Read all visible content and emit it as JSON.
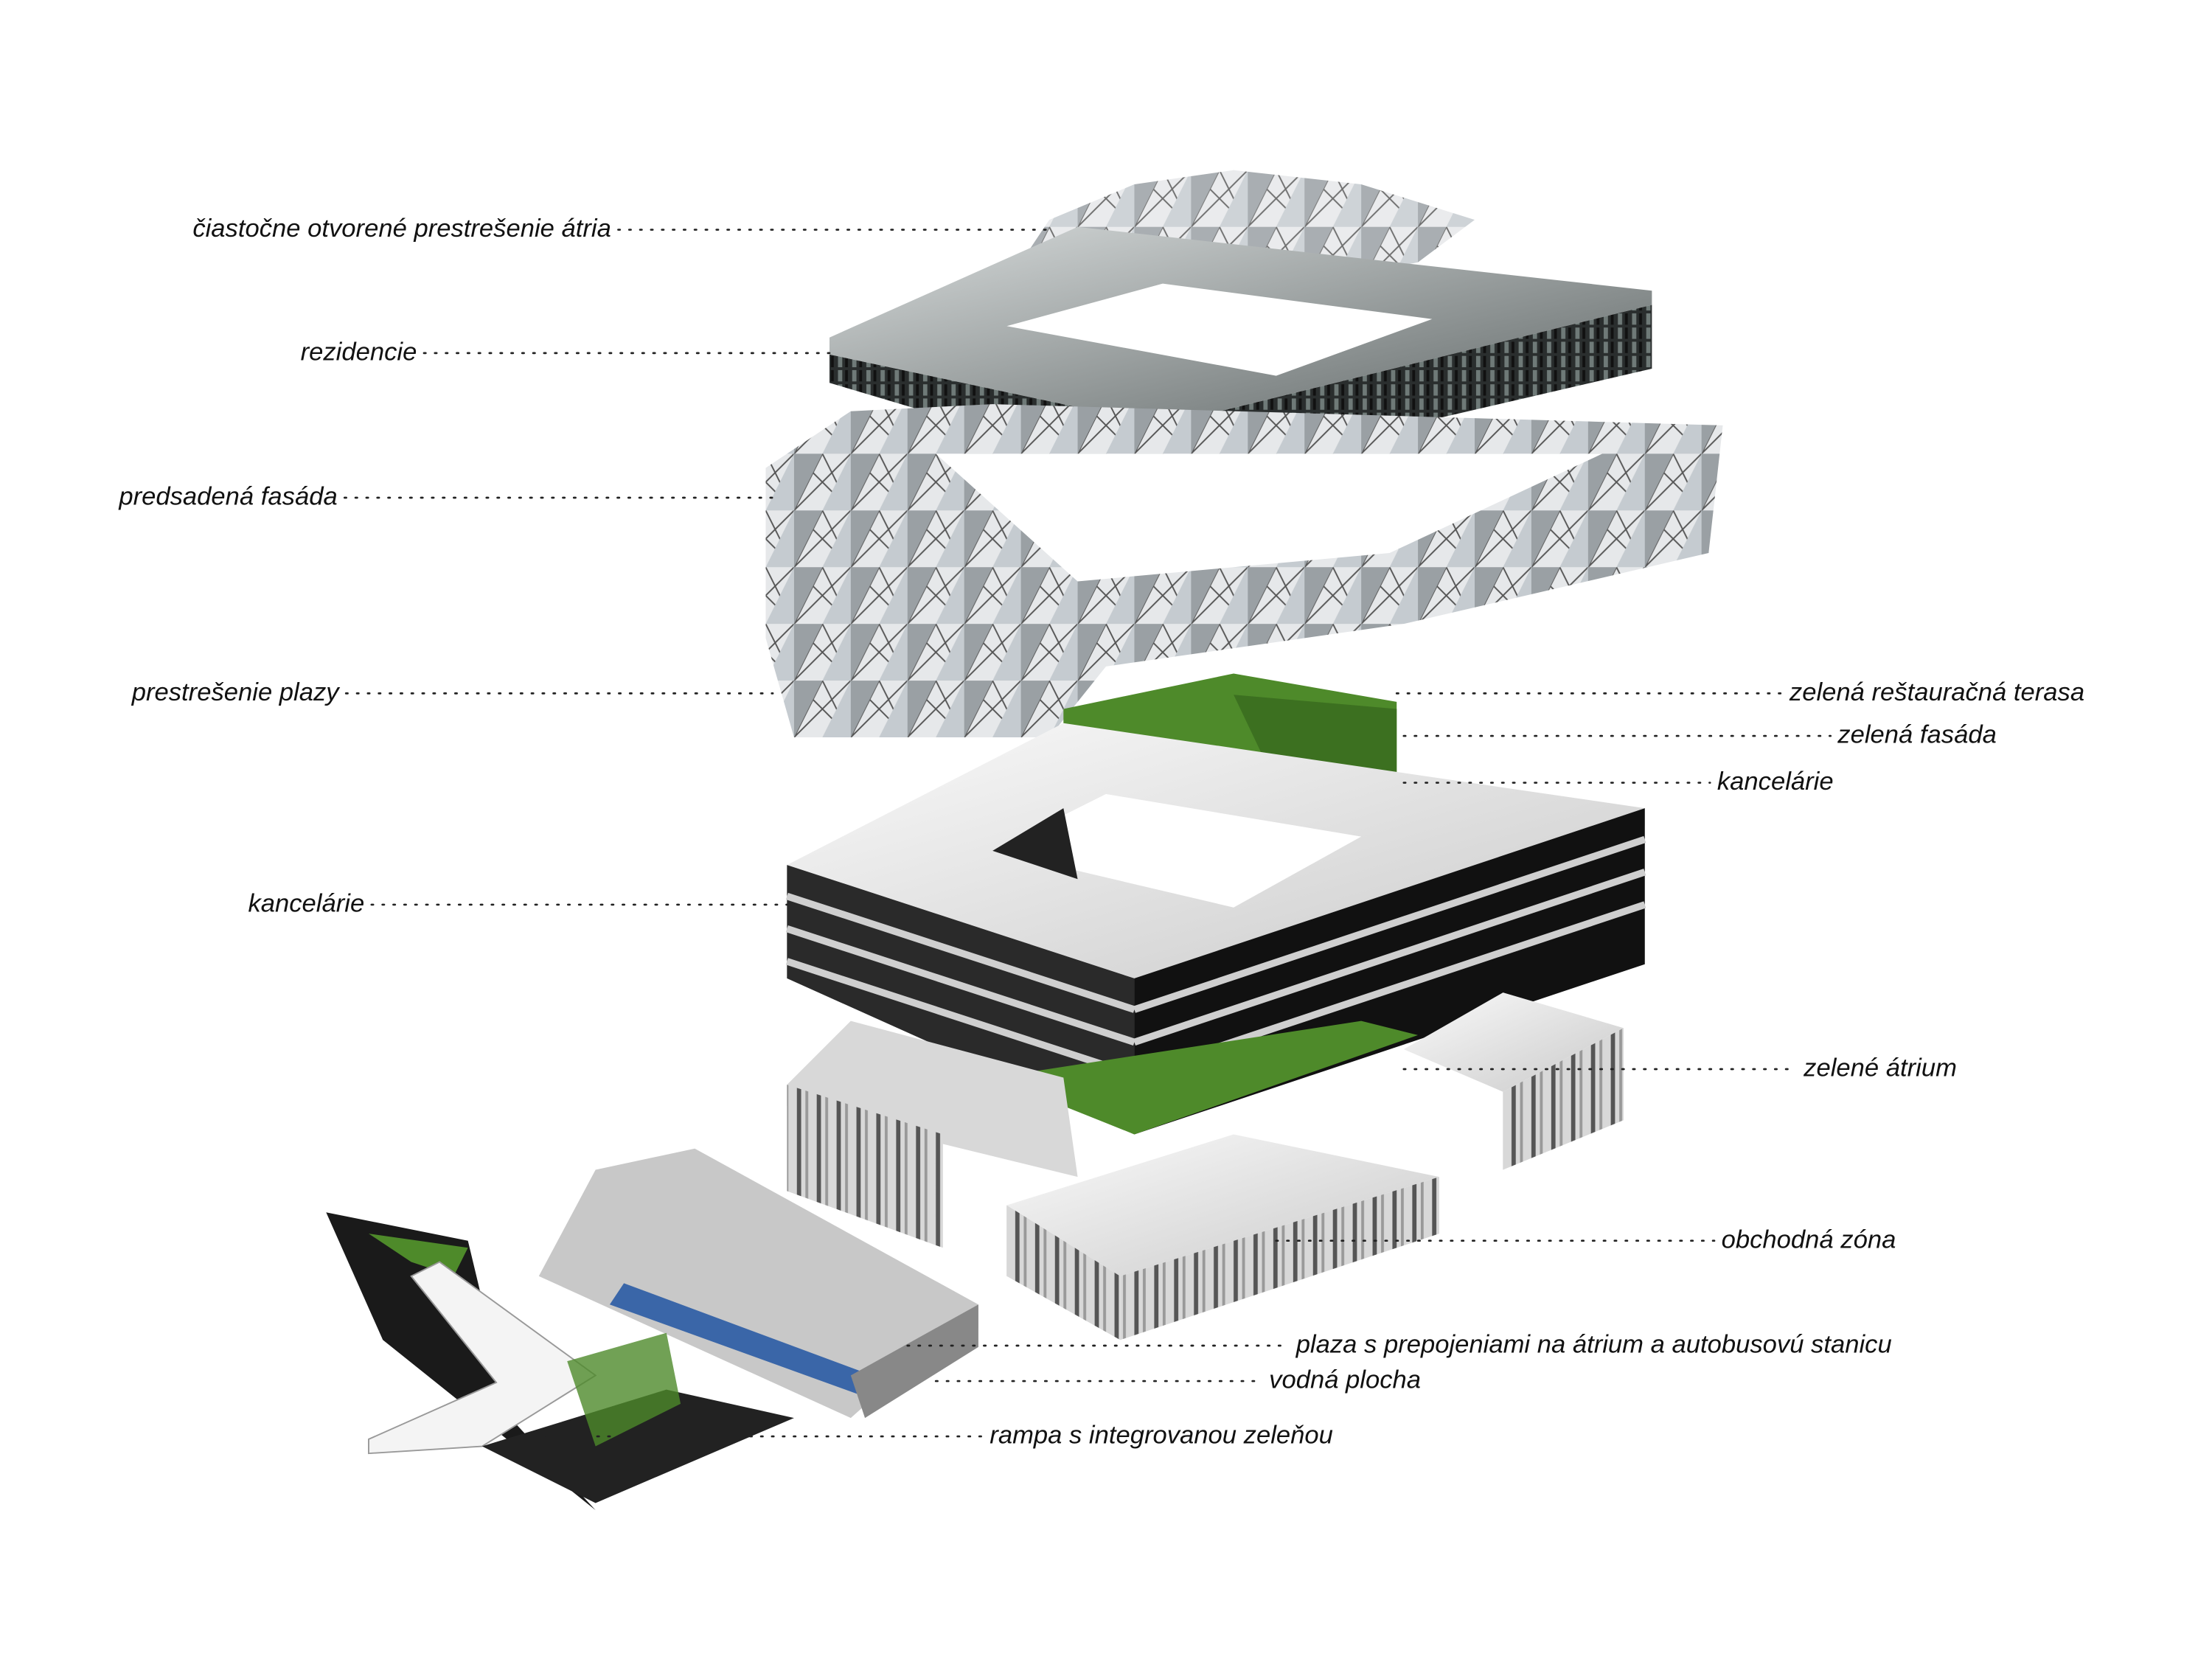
{
  "title": "Exploded axonometric diagram of building layers",
  "labels_left": [
    {
      "id": "atrium-roof",
      "text": "čiastočne otvorené prestrešenie átria"
    },
    {
      "id": "residences",
      "text": "rezidencie"
    },
    {
      "id": "front-facade",
      "text": "predsadená fasáda"
    },
    {
      "id": "plaza-roof",
      "text": "prestrešenie plazy"
    },
    {
      "id": "offices-main",
      "text": "kancelárie"
    }
  ],
  "labels_right": [
    {
      "id": "green-restaurant-terrace",
      "text": "zelená reštauračná terasa"
    },
    {
      "id": "green-facade",
      "text": "zelená fasáda"
    },
    {
      "id": "offices-green",
      "text": "kancelárie"
    },
    {
      "id": "green-atrium",
      "text": "zelené átrium"
    },
    {
      "id": "retail-zone",
      "text": "obchodná zóna"
    },
    {
      "id": "plaza",
      "text": "plaza s prepojeniami na átrium a autobusovú stanicu"
    },
    {
      "id": "water",
      "text": "vodná plocha"
    },
    {
      "id": "ramp",
      "text": "rampa s integrovanou zeleňou"
    }
  ],
  "colors": {
    "green": "#4e8a2a",
    "dark": "#1a1a1a",
    "water": "#3a66a8"
  }
}
